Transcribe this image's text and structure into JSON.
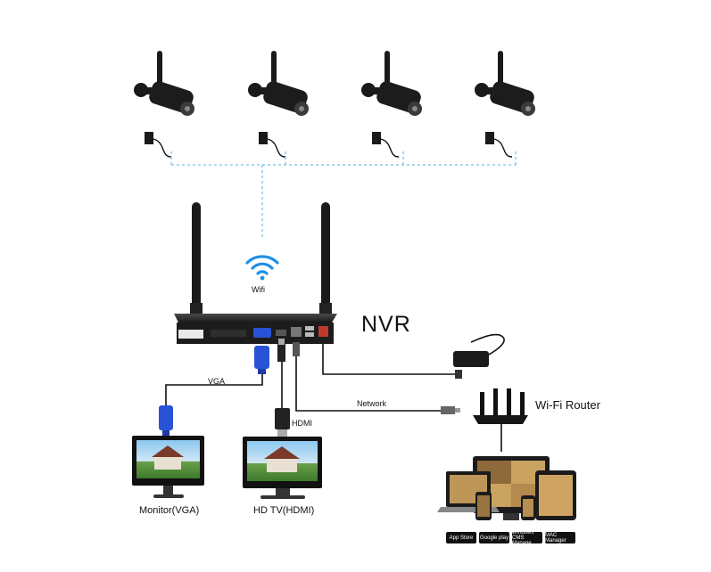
{
  "labels": {
    "nvr": "NVR",
    "wifi": "Wifi",
    "vga": "VGA",
    "hdmi": "HDMI",
    "network": "Network",
    "router": "Wi-Fi Router",
    "monitor": "Monitor(VGA)",
    "hdtv": "HD TV(HDMI)"
  },
  "store_badges": [
    "App Store",
    "Google play",
    "Windows CMS Manage",
    "MAC Manager"
  ],
  "colors": {
    "wifi_blue": "#1e8fe6",
    "dashed_link": "#8fc7e8",
    "vga_blue": "#2a52d6",
    "device_black": "#111111"
  },
  "cameras": [
    {
      "name": "camera-1"
    },
    {
      "name": "camera-2"
    },
    {
      "name": "camera-3"
    },
    {
      "name": "camera-4"
    }
  ]
}
